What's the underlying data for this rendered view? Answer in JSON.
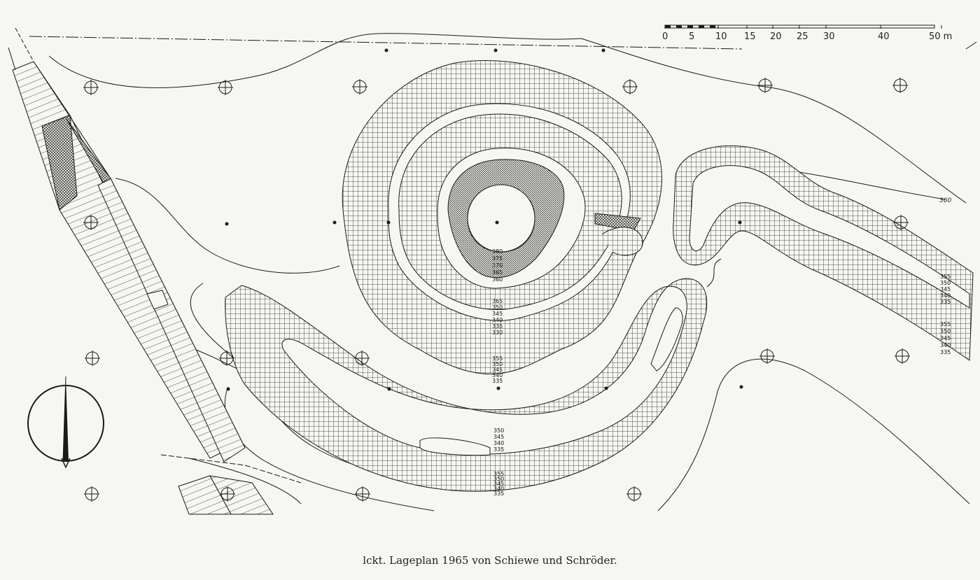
{
  "caption": "lckt. Lageplan 1965 von Schiewe und Schröder.",
  "scale_bar": {
    "ticks": [
      "0",
      "5",
      "10",
      "15",
      "20",
      "25",
      "30",
      "40",
      "50 m"
    ]
  },
  "contour_labels": {
    "summit": [
      "380",
      "375",
      "370",
      "365",
      "360"
    ],
    "ring_south": [
      "365",
      "350",
      "345",
      "340",
      "335",
      "330"
    ],
    "ring_south_lower": [
      "355",
      "350",
      "345",
      "340",
      "335"
    ],
    "arc_inner": [
      "350",
      "345",
      "340",
      "335"
    ],
    "arc_outer": [
      "355",
      "350",
      "345",
      "340",
      "335"
    ],
    "east_path": [
      "355",
      "350",
      "345",
      "340",
      "335"
    ],
    "east_path_lower": [
      "355",
      "350",
      "345",
      "340",
      "335"
    ],
    "edge": "360"
  },
  "icons": {
    "north_arrow": "north-arrow-icon",
    "survey_cross": "survey-cross-icon",
    "survey_dot": "survey-dot-icon"
  },
  "colors": {
    "ink": "#1a1a1a",
    "paper": "#f6f6f3"
  }
}
